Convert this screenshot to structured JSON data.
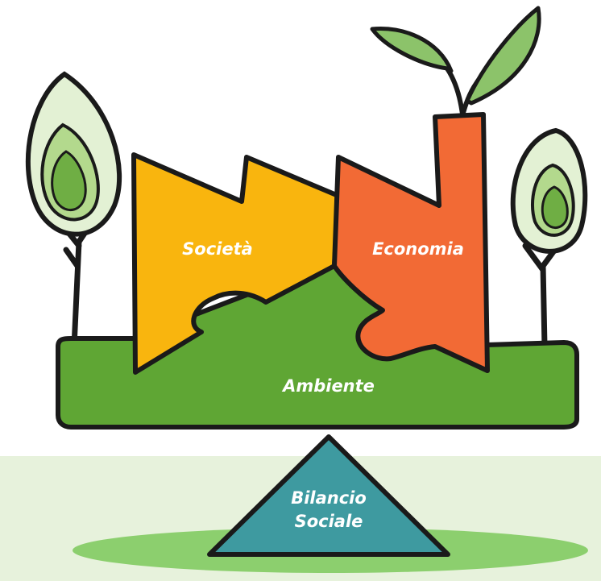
{
  "labels": {
    "society": "Società",
    "economy": "Economia",
    "environment": "Ambiente",
    "base_line1": "Bilancio",
    "base_line2": "Sociale"
  },
  "colors": {
    "society": "#f9b50e",
    "economy": "#f26a35",
    "environment": "#5fa634",
    "base": "#3e9aa0",
    "ground_band": "#e7f2dc",
    "ground_ellipse": "#8ccf6e",
    "tree_outer": "#e3f1d4",
    "tree_mid": "#b3d98d",
    "tree_inner": "#6fae44",
    "leaf": "#8cc36a",
    "outline": "#1a1a1a"
  },
  "icons": {
    "trees": "tree-icon",
    "sprout": "sprout-icon"
  }
}
